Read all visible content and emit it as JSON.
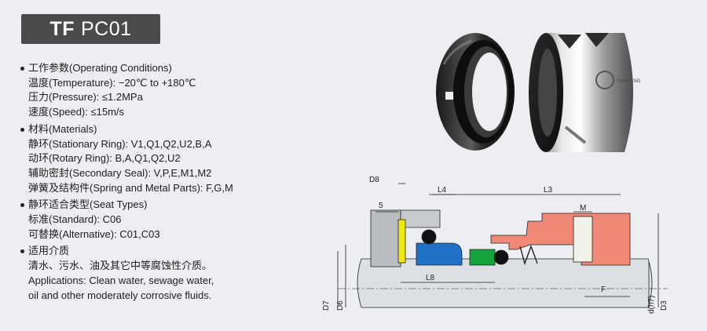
{
  "title": {
    "brand": "TF",
    "model": "PC01"
  },
  "sections": [
    {
      "heading": "工作参数(Operating Conditions)",
      "lines": [
        "温度(Temperature): −20℃ to +180℃",
        "压力(Pressure): ≤1.2MPa",
        "速度(Speed): ≤15m/s"
      ]
    },
    {
      "heading": "材料(Materials)",
      "lines": [
        "静环(Stationary Ring): V1,Q1,Q2,U2,B,A",
        "动环(Rotary Ring): B,A,Q1,Q2,U2",
        "辅助密封(Secondary Seal): V,P,E,M1,M2",
        "弹簧及结构件(Spring and Metal Parts): F,G,M"
      ]
    },
    {
      "heading": "静环适合类型(Seat Types)",
      "lines": [
        "标准(Standard): C06",
        "可替换(Alternative): C01,C03"
      ]
    },
    {
      "heading": "适用介质",
      "lines": [
        "清水、污水、油及其它中等腐蚀性介质。",
        "Applications: Clean water, sewage water,",
        "oil and other moderately corrosive fluids."
      ]
    }
  ],
  "drawing": {
    "labels": {
      "d8": "D8",
      "l4": "L4",
      "l3": "L3",
      "five": "5",
      "m": "M",
      "l8": "L8",
      "f": "F",
      "d7": "D7",
      "d6": "D6",
      "dh7": "d(h7)",
      "d3": "D3"
    }
  },
  "photo": {
    "logo_text": "TIANFENG"
  }
}
